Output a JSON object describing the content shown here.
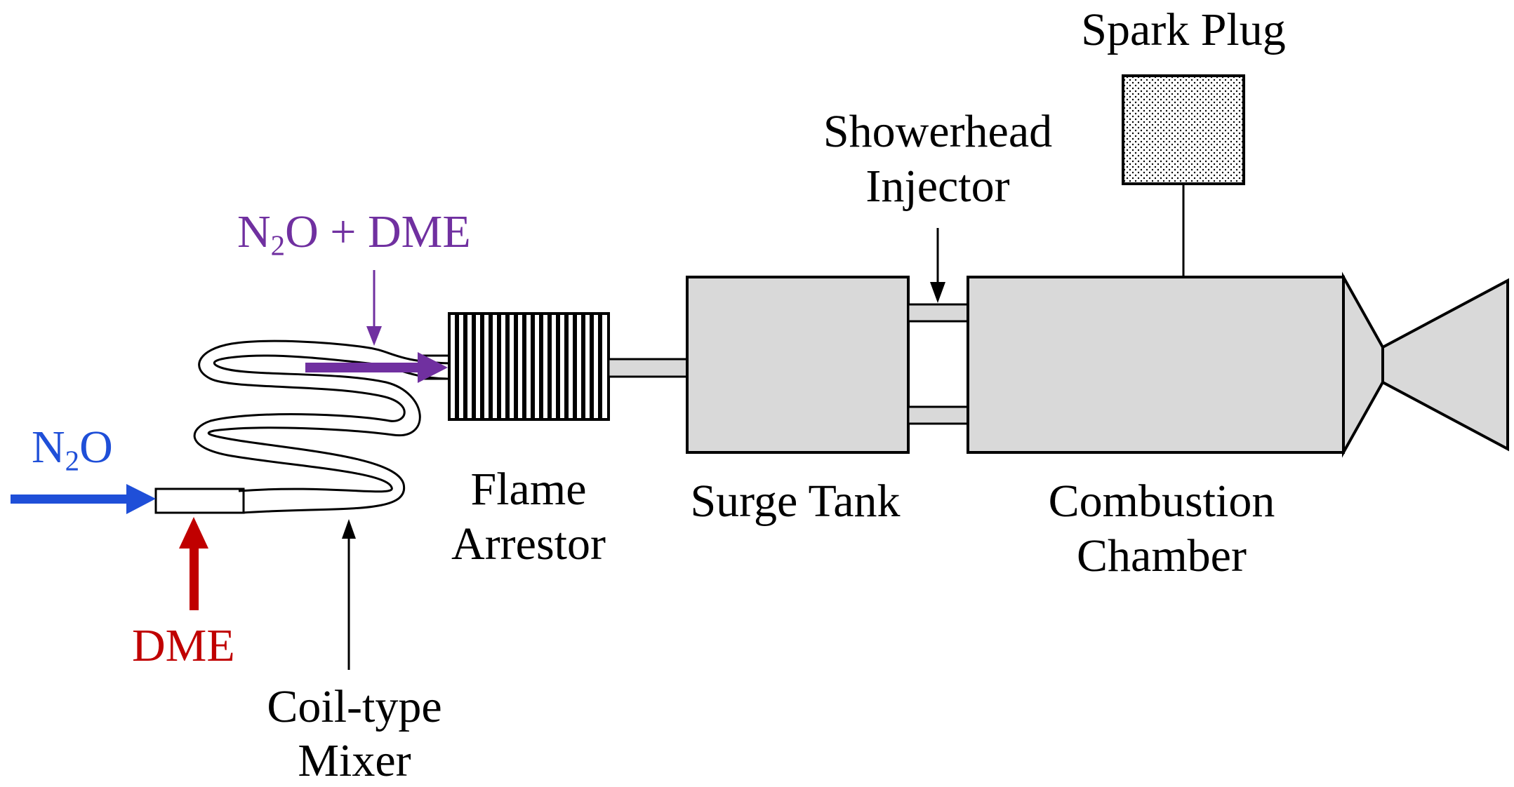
{
  "labels": {
    "n2o": {
      "pre": "N",
      "sub": "2",
      "post": "O"
    },
    "mix": {
      "pre": "N",
      "sub": "2",
      "post": "O + DME"
    },
    "dme": "DME",
    "coil_line1": "Coil-type",
    "coil_line2": "Mixer",
    "flame_line1": "Flame",
    "flame_line2": "Arrestor",
    "surge_tank": "Surge Tank",
    "showerhead_line1": "Showerhead",
    "showerhead_line2": "Injector",
    "spark_plug": "Spark Plug",
    "combustion_line1": "Combustion",
    "combustion_line2": "Chamber"
  },
  "colors": {
    "n2o": "#1f4fd8",
    "dme": "#c00000",
    "mixture": "#7030a0",
    "component_fill": "#d9d9d9",
    "line": "#000000"
  }
}
